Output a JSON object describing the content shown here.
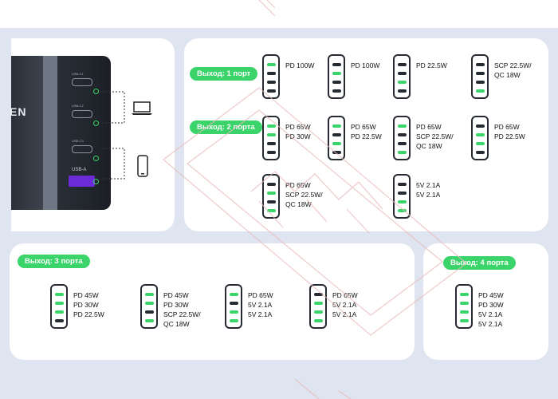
{
  "sections": {
    "one_port": "Выход: 1 порт",
    "two_ports": "Выход: 2 порта",
    "three_ports": "Выход: 3 порта",
    "four_ports": "Выход: 4 порта"
  },
  "charger": {
    "brand_fragment": "EN",
    "port_labels": [
      "USB-C1",
      "USB-C2",
      "USB-C3",
      "USB-A"
    ]
  },
  "devices": [
    "laptop-icon",
    "phone-icon"
  ],
  "colors": {
    "accent": "#3bd46a",
    "panel": "#ffffff",
    "background": "#dfe5f0",
    "port": "#252a33"
  },
  "one_port": [
    {
      "slots": [
        "g",
        "d",
        "d",
        "d"
      ],
      "labels": [
        "PD 100W"
      ]
    },
    {
      "slots": [
        "d",
        "g",
        "d",
        "d"
      ],
      "labels": [
        "PD 100W"
      ]
    },
    {
      "slots": [
        "d",
        "d",
        "g",
        "d"
      ],
      "labels": [
        "PD 22.5W"
      ]
    },
    {
      "slots": [
        "d",
        "d",
        "d",
        "g"
      ],
      "labels": [
        "SCP 22.5W/",
        "QC 18W"
      ]
    }
  ],
  "two_ports": [
    {
      "slots": [
        "g",
        "g",
        "d",
        "d"
      ],
      "labels": [
        "PD 65W",
        "PD 30W"
      ]
    },
    {
      "slots": [
        "g",
        "d",
        "g",
        "d"
      ],
      "labels": [
        "PD 65W",
        "PD 22.5W"
      ]
    },
    {
      "slots": [
        "g",
        "d",
        "d",
        "g"
      ],
      "labels": [
        "PD 65W",
        "SCP 22.5W/",
        "QC 18W"
      ]
    },
    {
      "slots": [
        "d",
        "g",
        "g",
        "d"
      ],
      "labels": [
        "PD 65W",
        "PD 22.5W"
      ]
    },
    {
      "slots": [
        "d",
        "g",
        "d",
        "g"
      ],
      "labels": [
        "PD 65W",
        "SCP 22.5W/",
        "QC 18W"
      ]
    },
    {
      "slots": [
        "d",
        "d",
        "g",
        "g"
      ],
      "labels": [
        "5V 2.1A",
        "5V 2.1A"
      ]
    }
  ],
  "three_ports": [
    {
      "slots": [
        "g",
        "g",
        "g",
        "d"
      ],
      "labels": [
        "PD 45W",
        "PD 30W",
        "PD 22.5W"
      ]
    },
    {
      "slots": [
        "g",
        "g",
        "d",
        "g"
      ],
      "labels": [
        "PD 45W",
        "PD 30W",
        "SCP 22.5W/",
        "QC 18W"
      ]
    },
    {
      "slots": [
        "g",
        "d",
        "g",
        "g"
      ],
      "labels": [
        "PD 65W",
        "5V 2.1A",
        "5V 2.1A"
      ]
    },
    {
      "slots": [
        "d",
        "g",
        "g",
        "g"
      ],
      "labels": [
        "PD 65W",
        "5V 2.1A",
        "5V 2.1A"
      ]
    }
  ],
  "four_ports": [
    {
      "slots": [
        "g",
        "g",
        "g",
        "g"
      ],
      "labels": [
        "PD 45W",
        "PD 30W",
        "5V 2.1A",
        "5V 2.1A"
      ]
    }
  ]
}
